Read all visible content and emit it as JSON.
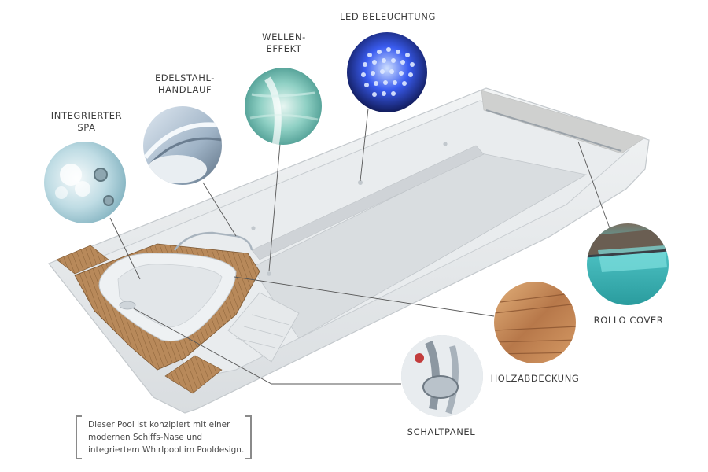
{
  "callouts": [
    {
      "id": "led",
      "lines": [
        "LED BELEUCHTUNG"
      ]
    },
    {
      "id": "wellen",
      "lines": [
        "WELLEN-",
        "EFFEKT"
      ]
    },
    {
      "id": "handlauf",
      "lines": [
        "EDELSTAHL-",
        "HANDLAUF"
      ]
    },
    {
      "id": "spa",
      "lines": [
        "INTEGRIERTER",
        "SPA"
      ]
    },
    {
      "id": "rollo",
      "lines": [
        "ROLLO COVER"
      ]
    },
    {
      "id": "holz",
      "lines": [
        "HOLZABDECKUNG"
      ]
    },
    {
      "id": "schalt",
      "lines": [
        "SCHALTPANEL"
      ]
    }
  ],
  "caption": {
    "lines": [
      "Dieser Pool ist konzipiert mit einer",
      "modernen Schiffs-Nase und",
      "integriertem Whirlpool im Pooldesign."
    ]
  },
  "colors": {
    "pool_shell": "#e4e7ea",
    "pool_floor": "#d6dadd",
    "teak": "#b58a5c",
    "water": "#6fc7c4",
    "led_blue": "#2c4cd8",
    "label_text": "#3c3c3c"
  }
}
